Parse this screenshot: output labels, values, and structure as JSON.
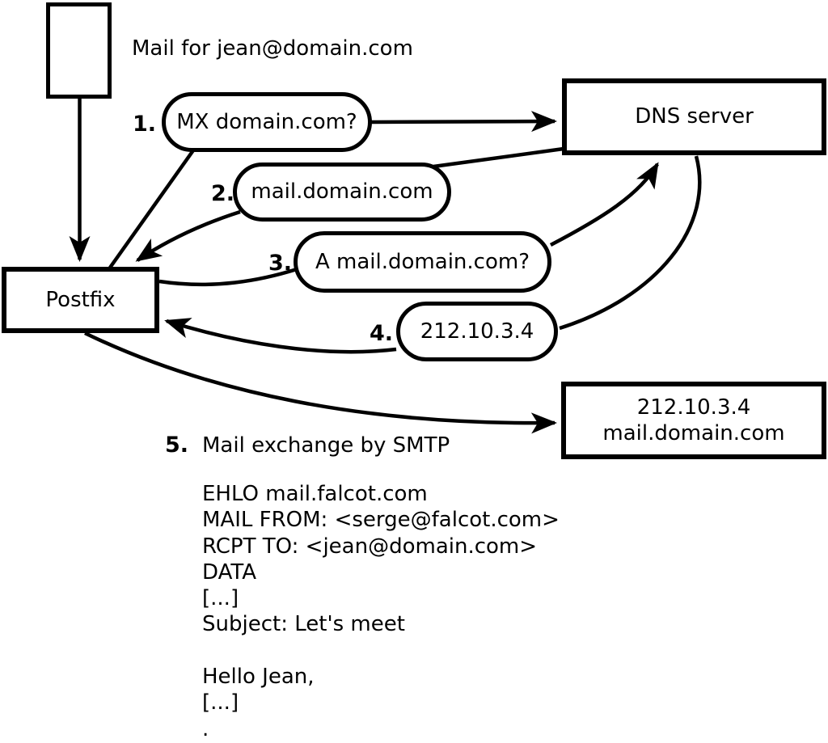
{
  "diagram": {
    "mail_note": "Mail for jean@domain.com",
    "nodes": {
      "postfix": "Postfix",
      "dns": "DNS server",
      "mailserver": {
        "line1": "212.10.3.4",
        "line2": "mail.domain.com"
      }
    },
    "steps": [
      {
        "num": "1.",
        "label": "MX domain.com?"
      },
      {
        "num": "2.",
        "label": "mail.domain.com"
      },
      {
        "num": "3.",
        "label": "A mail.domain.com?"
      },
      {
        "num": "4.",
        "label": "212.10.3.4"
      },
      {
        "num": "5.",
        "label": "Mail exchange by SMTP"
      }
    ],
    "smtp_session": {
      "lines": [
        "EHLO mail.falcot.com",
        "MAIL FROM: <serge@falcot.com>",
        "RCPT TO: <jean@domain.com>",
        "DATA",
        "[...]",
        "Subject: Let's meet",
        "",
        "Hello Jean,",
        "[...]",
        "."
      ]
    },
    "colors": {
      "stroke": "#000000",
      "background": "#ffffff"
    }
  }
}
